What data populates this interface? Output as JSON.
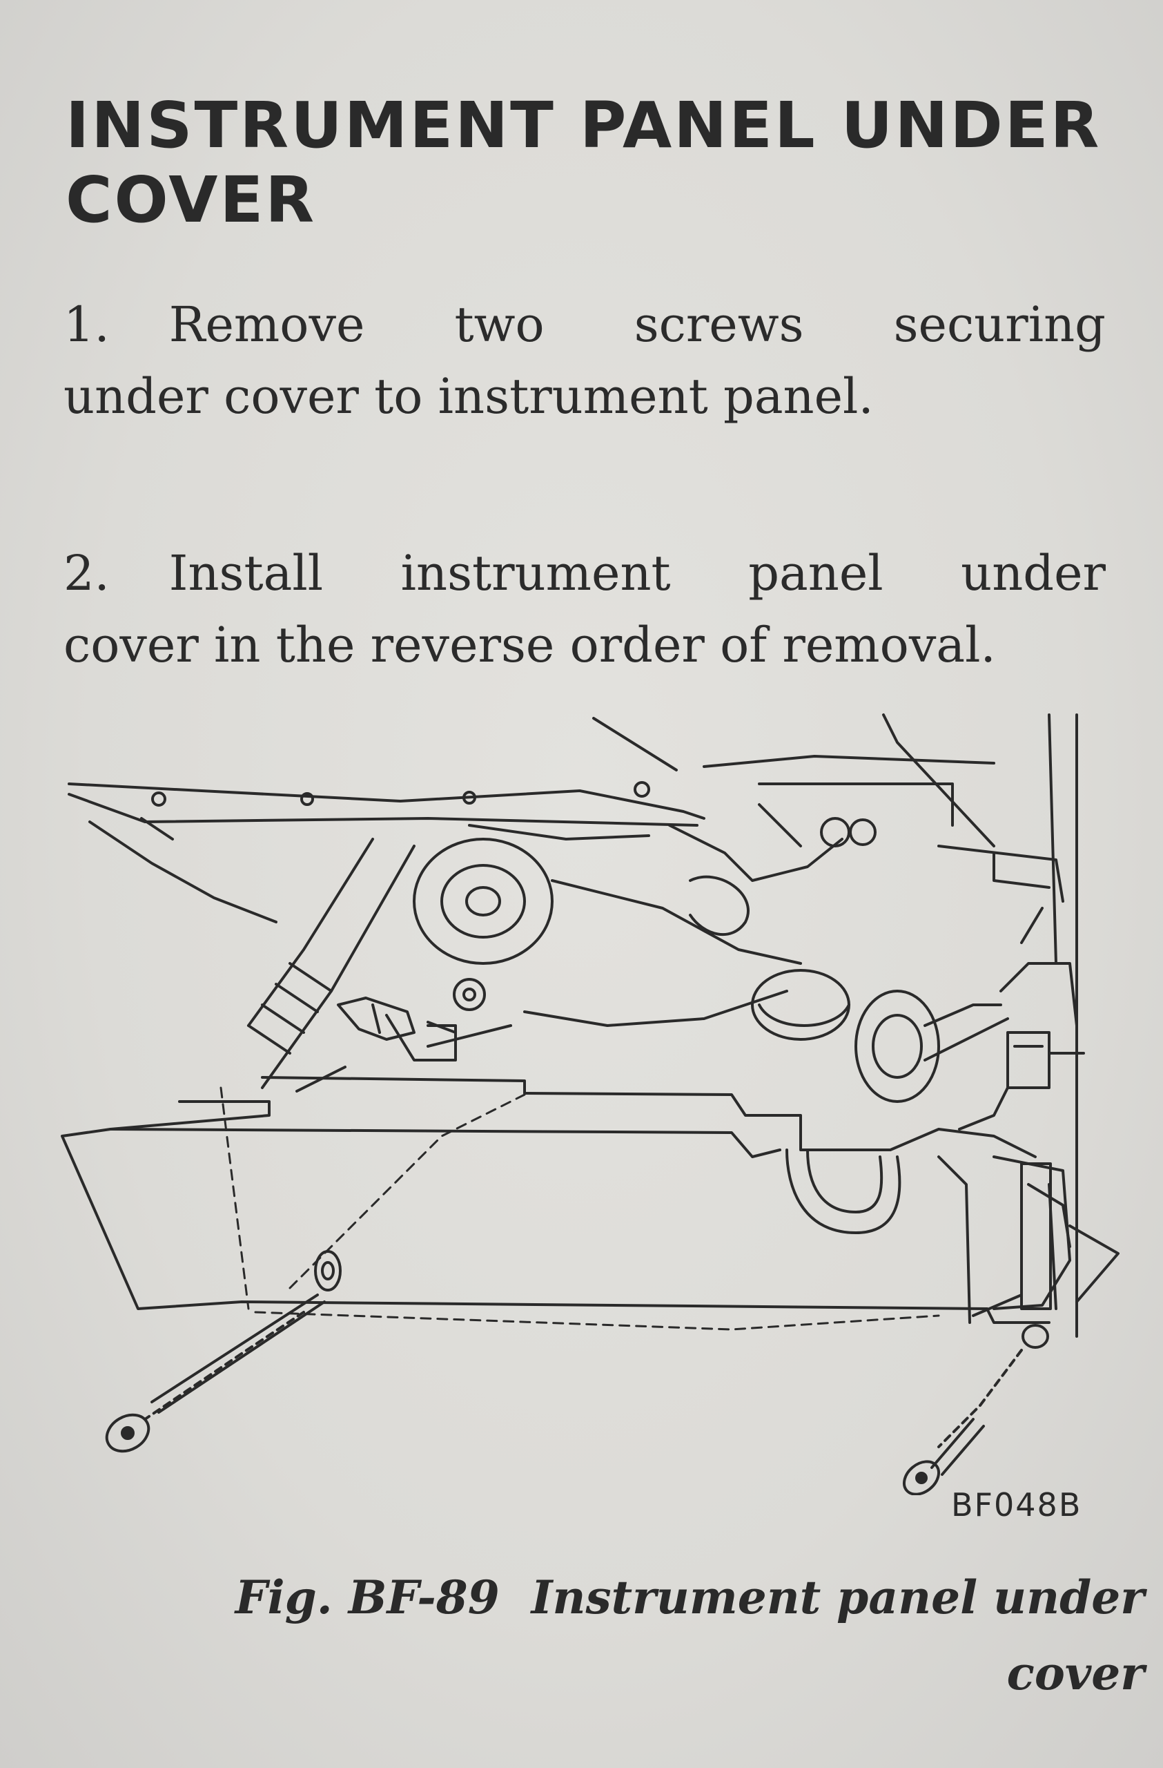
{
  "heading": {
    "line1": "INSTRUMENT PANEL UNDER",
    "line2": "COVER"
  },
  "steps": [
    {
      "number": "1.",
      "line1": "Remove two screws securing",
      "line2": "under cover to instrument panel."
    },
    {
      "number": "2.",
      "line1": "Install instrument panel under",
      "line2": "cover in the reverse order of removal."
    }
  ],
  "figure": {
    "code": "BF048B",
    "caption_label": "Fig. BF-89",
    "caption_line1": "Instrument panel under",
    "caption_line2": "cover"
  }
}
